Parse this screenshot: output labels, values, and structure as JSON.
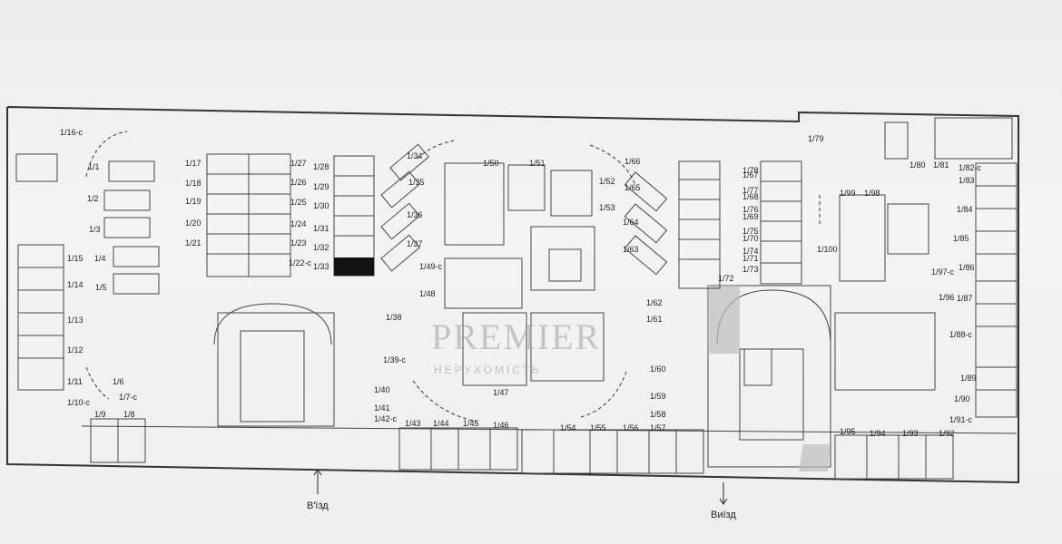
{
  "plan": {
    "entrance_label": "В'їзд",
    "exit_label": "Виїзд",
    "watermark": {
      "brand": "PREMIER",
      "sub": "НЕРУХОМІСТЬ"
    },
    "spaces": [
      "1/1",
      "1/2",
      "1/3",
      "1/4",
      "1/5",
      "1/6",
      "1/7-с",
      "1/8",
      "1/9",
      "1/10-с",
      "1/11",
      "1/12",
      "1/13",
      "1/14",
      "1/15",
      "1/16-с",
      "1/17",
      "1/18",
      "1/19",
      "1/20",
      "1/21",
      "1/22-с",
      "1/23",
      "1/24",
      "1/25",
      "1/26",
      "1/27",
      "1/28",
      "1/29",
      "1/30",
      "1/31",
      "1/32",
      "1/33",
      "1/34",
      "1/35",
      "1/36",
      "1/37",
      "1/38",
      "1/39-с",
      "1/40",
      "1/41",
      "1/42-с",
      "1/43",
      "1/44",
      "1/45",
      "1/46",
      "1/47",
      "1/48",
      "1/49-с",
      "1/50",
      "1/51",
      "1/52",
      "1/53",
      "1/54",
      "1/55",
      "1/56",
      "1/57",
      "1/58",
      "1/59",
      "1/60",
      "1/61",
      "1/62",
      "1/63",
      "1/64",
      "1/65",
      "1/66",
      "1/67",
      "1/68",
      "1/69",
      "1/70",
      "1/71",
      "1/72",
      "1/73",
      "1/74",
      "1/75",
      "1/76",
      "1/77",
      "1/78",
      "1/79",
      "1/80",
      "1/81",
      "1/82-с",
      "1/83",
      "1/84",
      "1/85",
      "1/86",
      "1/87",
      "1/88-с",
      "1/89",
      "1/90",
      "1/91-с",
      "1/92",
      "1/93",
      "1/94",
      "1/95",
      "1/96",
      "1/97-с",
      "1/98",
      "1/99",
      "1/100"
    ]
  }
}
